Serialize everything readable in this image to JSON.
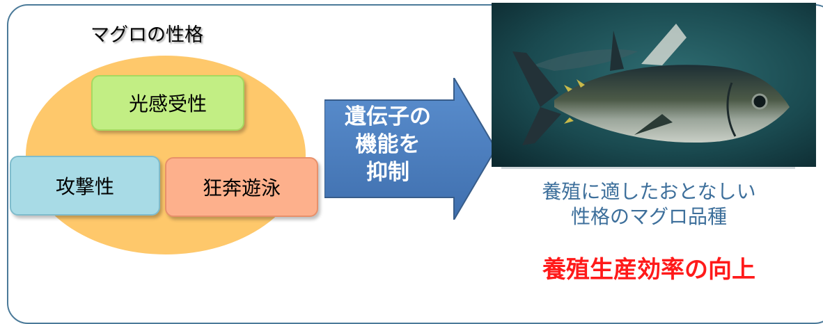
{
  "title": "マグロの性格",
  "traits": {
    "light_sensitivity": "光感受性",
    "aggressiveness": "攻撃性",
    "rampant_swimming": "狂奔遊泳"
  },
  "arrow_label": "遺伝子の\n機能を\n抑制",
  "photo": {
    "subject": "tuna-fish"
  },
  "caption": "養殖に適したおとなしい\n性格のマグロ品種",
  "result": "養殖生産効率の向上",
  "colors": {
    "frame": "#4b7a99",
    "oval": "#fec86b",
    "light_box": "#c2ee84",
    "aggr_box": "#a8dbe6",
    "swim_box": "#fdb08c",
    "arrow": "#4f81bd",
    "caption": "#3d6f9b",
    "result": "#ff1a1a"
  }
}
